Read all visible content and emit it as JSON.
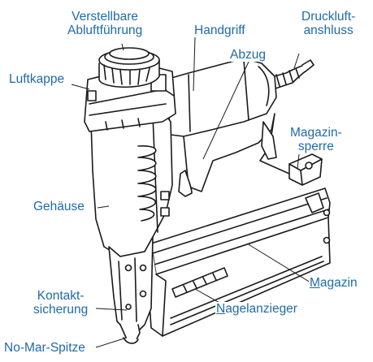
{
  "labels": {
    "verstellbare_1": "Verstellbare",
    "verstellbare_2": "Abluftführung",
    "handgriff": "Handgriff",
    "druckluft_1": "Druckluft-",
    "druckluft_2": "anshluss",
    "luftkappe": "Luftkappe",
    "abzug": "Abzug",
    "magazinsperre_1": "Magazin-",
    "magazinsperre_2": "sperre",
    "gehaeuse": "Gehäuse",
    "magazin_first": "M",
    "magazin_rest": "agazin",
    "kontakt_1": "Kontakt-",
    "kontakt_2": "sicherung",
    "nagelanzieger_first": "N",
    "nagelanzieger_rest": "agelanzieger",
    "nomar": "No-Mar-Spitze"
  },
  "colors": {
    "label": "#1f6aa8",
    "line": "#1a1a1a",
    "fill": "#ffffff"
  }
}
